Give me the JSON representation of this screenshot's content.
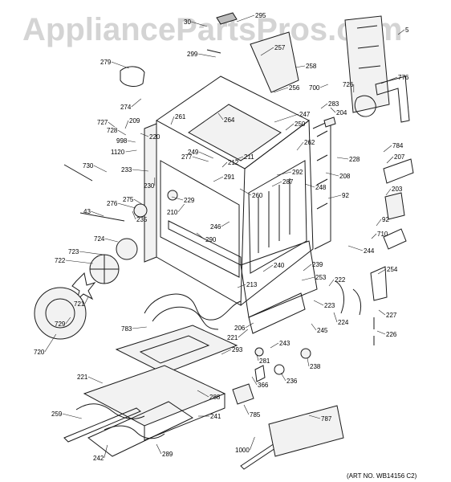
{
  "watermark": "AppliancePartsPros.com",
  "art_number": "(ART NO. WB14156 C2)",
  "callouts": [
    "30",
    "295",
    "5",
    "299",
    "257",
    "258",
    "700",
    "279",
    "256",
    "726",
    "776",
    "274",
    "247",
    "283",
    "204",
    "727",
    "728",
    "998",
    "1120",
    "209",
    "220",
    "261",
    "264",
    "250",
    "262",
    "784",
    "228",
    "207",
    "730",
    "233",
    "277",
    "249",
    "211",
    "212",
    "291",
    "292",
    "208",
    "203",
    "92",
    "43",
    "276",
    "275",
    "230",
    "229",
    "260",
    "287",
    "248",
    "92",
    "235",
    "210",
    "246",
    "290",
    "710",
    "724",
    "244",
    "723",
    "722",
    "240",
    "239",
    "254",
    "253",
    "222",
    "721",
    "213",
    "729",
    "223",
    "224",
    "227",
    "245",
    "226",
    "206",
    "221",
    "783",
    "243",
    "293",
    "281",
    "238",
    "236",
    "720",
    "366",
    "221",
    "288",
    "785",
    "787",
    "259",
    "241",
    "289",
    "242",
    "1000"
  ],
  "colors": {
    "line": "#1a1a1a",
    "watermark": "#d4d4d4",
    "background": "#ffffff"
  }
}
